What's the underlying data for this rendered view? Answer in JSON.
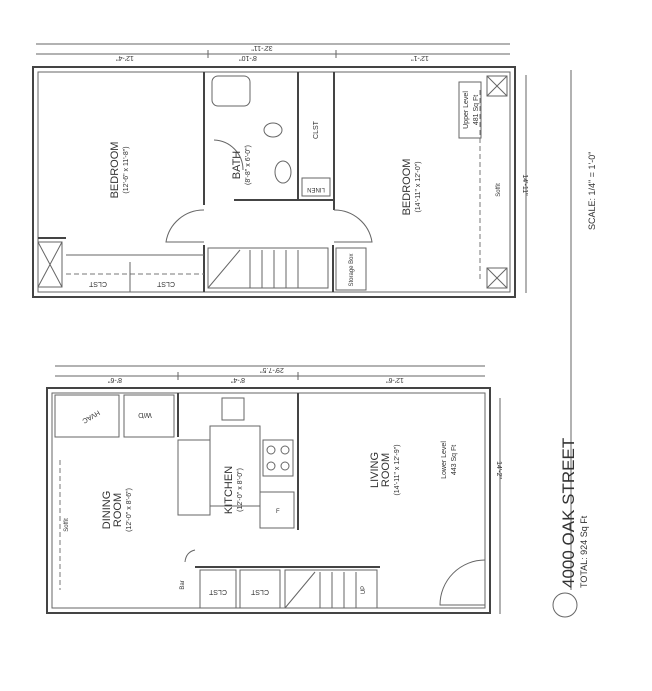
{
  "title": "4000 OAK STREET",
  "total": "TOTAL: 924 Sq Ft",
  "scale": "SCALE: 1/4\" = 1'-0\"",
  "upper": {
    "level_label": "Upper Level",
    "level_area": "481 Sq Ft",
    "dims": {
      "overall": "32'-11\"",
      "left": "12'-4\"",
      "middle": "8'-10\"",
      "right": "12'-1\"",
      "depth": "14'-11\""
    },
    "rooms": {
      "bedroom_left": {
        "name": "BEDROOM",
        "size": "(12'-6\" x 11'-8\")"
      },
      "bath": {
        "name": "BATH",
        "size": "(8'-8\" x 6'-0\")"
      },
      "bedroom_right": {
        "name": "BEDROOM",
        "size": "(14'-11\" x 12'-0\")"
      },
      "closet_bath": "CLST",
      "closet_a": "CLST",
      "closet_b": "CLST",
      "linen": "LINEN",
      "storage": "Storage Box",
      "soffit": "Soffit"
    }
  },
  "lower": {
    "level_label": "Lower Level",
    "level_area": "443 Sq Ft",
    "dims": {
      "overall": "29'-7.5\"",
      "left": "8'-6\"",
      "middle": "8'-4\"",
      "right": "12'-6\"",
      "depth": "14'-2\""
    },
    "rooms": {
      "dining": {
        "name1": "DINING",
        "name2": "ROOM",
        "size": "(12'-0\" x 8'-6\")"
      },
      "kitchen": {
        "name": "KITCHEN",
        "size": "(12'-0\" x 8'-0\")"
      },
      "living": {
        "name1": "LIVING",
        "name2": "ROOM",
        "size": "(14'-11\" x 12'-9\")"
      },
      "hvac": "HVAC",
      "wd": "W/D",
      "closet_a": "CLST",
      "closet_b": "CLST",
      "bar": "Bar",
      "soffit": "Soffit",
      "up": "UP",
      "fridge": "F"
    }
  }
}
